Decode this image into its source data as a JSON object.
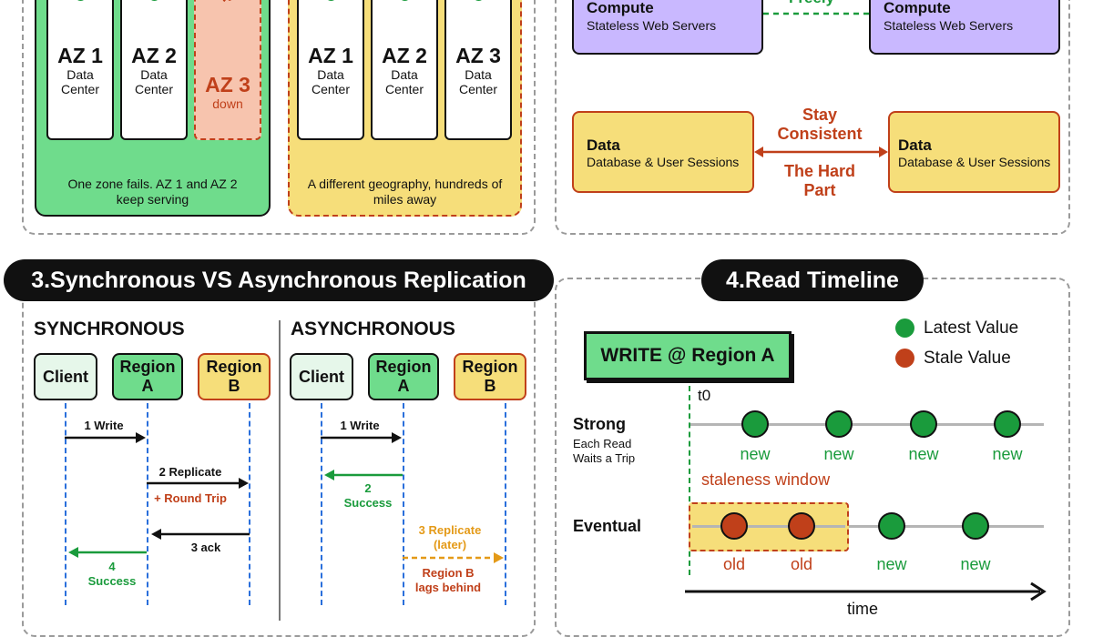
{
  "panel1": {
    "zone_a": {
      "centers": [
        {
          "az": "AZ 1",
          "sub": "Data\nCenter"
        },
        {
          "az": "AZ 2",
          "sub": "Data\nCenter"
        }
      ],
      "down_center": {
        "mark": "✘",
        "az": "AZ 3",
        "sub": "down"
      },
      "caption": "One zone fails. AZ 1 and AZ 2 keep serving"
    },
    "zone_b": {
      "centers": [
        {
          "az": "AZ 1",
          "sub": "Data\nCenter"
        },
        {
          "az": "AZ 2",
          "sub": "Data\nCenter"
        },
        {
          "az": "AZ 3",
          "sub": "Data\nCenter"
        }
      ],
      "caption": "A different geography, hundreds of miles away"
    }
  },
  "panel2": {
    "compute_left": {
      "title": "Compute",
      "subtitle": "Stateless Web Servers"
    },
    "compute_right": {
      "title": "Compute",
      "subtitle": "Stateless Web Servers"
    },
    "compute_link_label": "Freely",
    "data_left": {
      "title": "Data",
      "subtitle": "Database & User Sessions"
    },
    "data_right": {
      "title": "Data",
      "subtitle": "Database & User Sessions"
    },
    "stay_consistent": "Stay\nConsistent",
    "hard_part": "The Hard\nPart",
    "colors": {
      "compute": "#c9b8ff",
      "data": "#f6de7a",
      "accent": "#c0401a",
      "green": "#1a9b3c"
    }
  },
  "section3": {
    "title": "3.Synchronous VS Asynchronous Replication",
    "sync": {
      "heading": "SYNCHRONOUS",
      "client": "Client",
      "region_a": "Region\nA",
      "region_b": "Region\nB",
      "step1": "1 Write",
      "step2": "2 Replicate",
      "round_trip": "+ Round Trip",
      "step3": "3 ack",
      "step4": "4\nSuccess"
    },
    "async": {
      "heading": "ASYNCHRONOUS",
      "client": "Client",
      "region_a": "Region\nA",
      "region_b": "Region\nB",
      "step1": "1 Write",
      "step2": "2\nSuccess",
      "step3": "3 Replicate\n(later)",
      "lag": "Region B\nlags behind"
    }
  },
  "section4": {
    "title": "4.Read Timeline",
    "write_label": "WRITE @ Region A",
    "t0": "t0",
    "legend": [
      {
        "label": "Latest Value",
        "color": "#1a9b3c"
      },
      {
        "label": "Stale Value",
        "color": "#c0401a"
      }
    ],
    "strong": {
      "label": "Strong",
      "sublabel": "Each Read\nWaits a Trip",
      "points": [
        "new",
        "new",
        "new",
        "new"
      ]
    },
    "staleness_window": "staleness window",
    "eventual": {
      "label": "Eventual",
      "points": [
        "old",
        "old",
        "new",
        "new"
      ]
    },
    "axis_label": "time"
  }
}
